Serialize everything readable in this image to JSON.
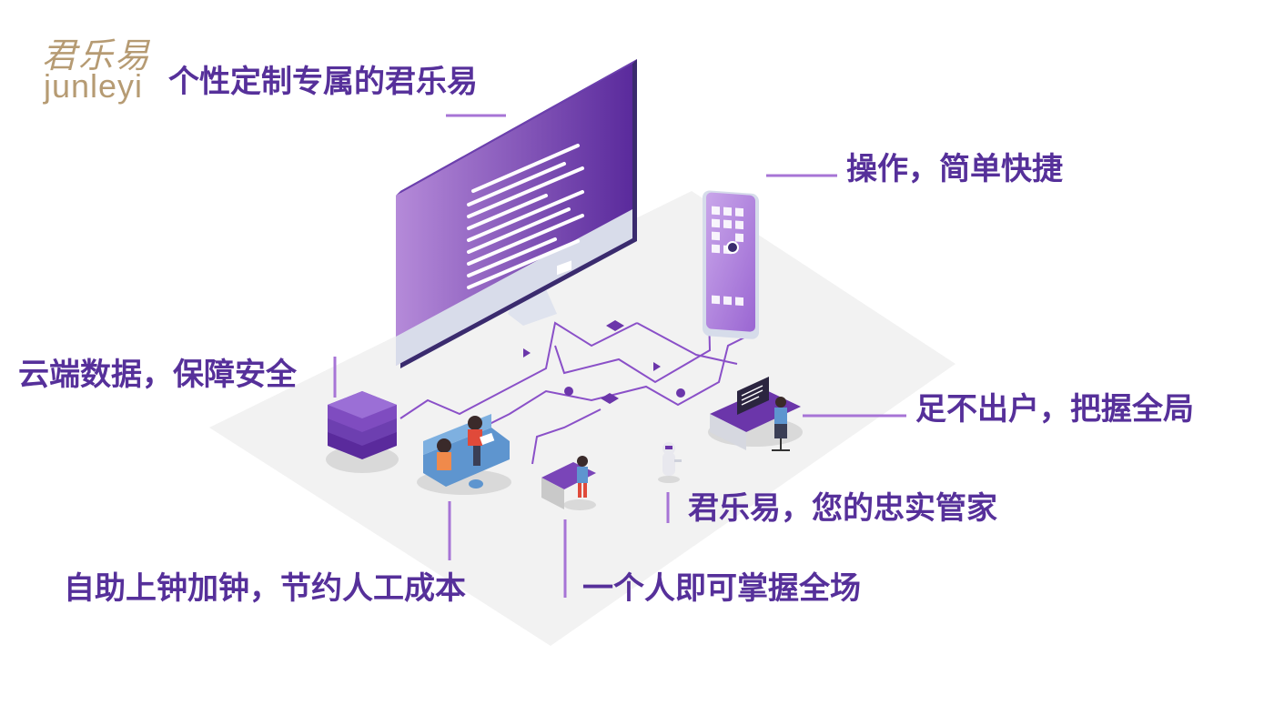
{
  "brand": {
    "logo_cn": "君乐易",
    "logo_en": "junleyi"
  },
  "labels": {
    "title": "个性定制专属的君乐易",
    "phone": "操作，简单快捷",
    "cloud": "云端数据，保障安全",
    "remote": "足不出户，把握全局",
    "robot": "君乐易，您的忠实管家",
    "self_service": "自助上钟加钟，节约人工成本",
    "single": "一个人即可掌握全场"
  },
  "colors": {
    "accent": "#56309a",
    "line": "#a774d6",
    "platform": "#f2f2f2",
    "brand_gold": "#b69b73"
  }
}
